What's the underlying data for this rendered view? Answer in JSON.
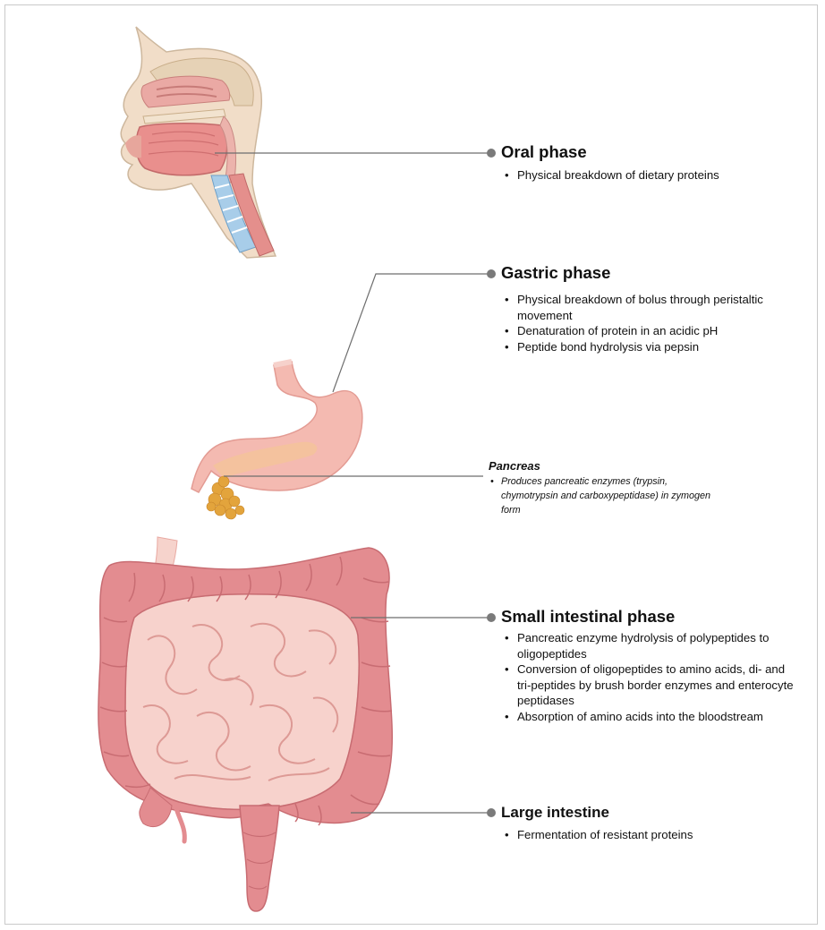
{
  "phases": {
    "oral": {
      "title": "Oral phase",
      "bullets": [
        "Physical breakdown of dietary proteins"
      ]
    },
    "gastric": {
      "title": "Gastric phase",
      "bullets": [
        "Physical breakdown of bolus through peristaltic movement",
        "Denaturation of protein in an acidic pH",
        "Peptide bond hydrolysis via pepsin"
      ]
    },
    "pancreas": {
      "title": "Pancreas",
      "bullets": [
        "Produces pancreatic enzymes (trypsin, chymotrypsin and carboxypeptidase) in zymogen form"
      ]
    },
    "small_intestine": {
      "title": "Small intestinal phase",
      "bullets": [
        "Pancreatic enzyme hydrolysis of polypeptides to oligopeptides",
        "Conversion of oligopeptides to amino acids, di- and tri-peptides by brush border enzymes and enterocyte peptidases",
        "Absorption of amino acids into the bloodstream"
      ]
    },
    "large_intestine": {
      "title": "Large intestine",
      "bullets": [
        "Fermentation of resistant proteins"
      ]
    }
  },
  "colors": {
    "tissue": "#f2b8b0",
    "tissue_dark": "#e48a86",
    "colon": "#e58b8f",
    "small_bowel": "#f7d3cf",
    "pancreas": "#f5c7a3",
    "duodenum_gland": "#e9a940",
    "cartilage": "#9ec8e6",
    "bone": "#e8d6bd",
    "connector": "#6e6e6e",
    "dot": "#7a7a7a"
  }
}
